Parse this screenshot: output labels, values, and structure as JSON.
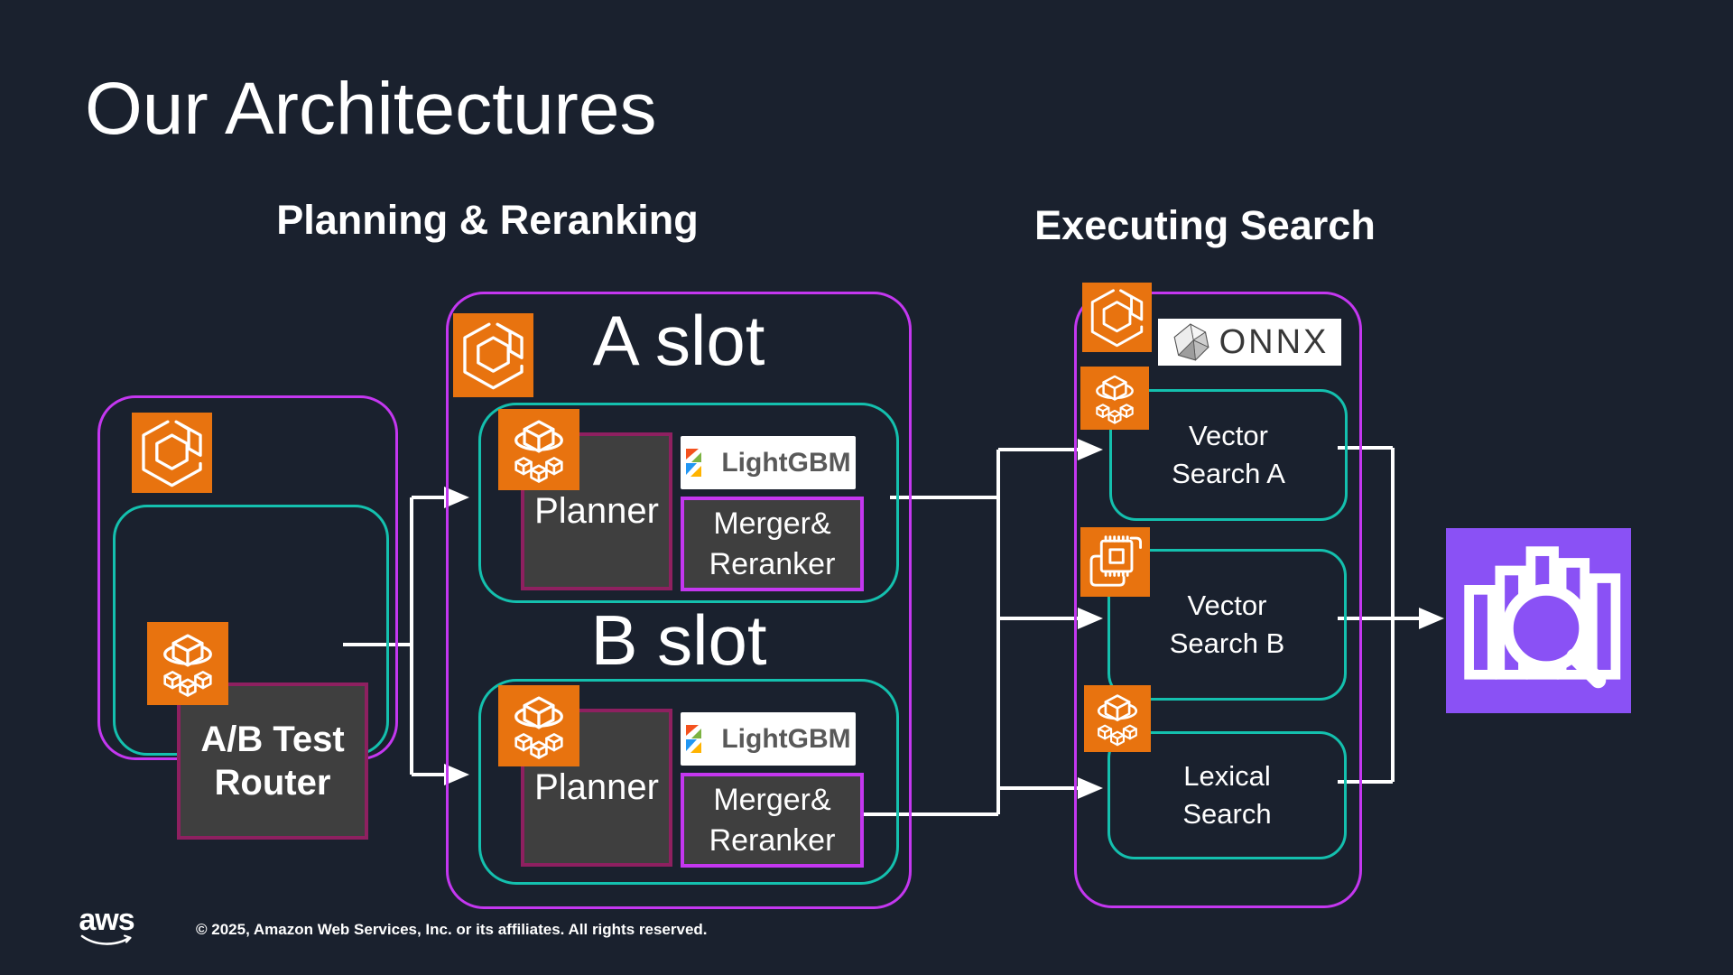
{
  "slide": {
    "title": "Our Architectures",
    "footer": {
      "logo_text": "aws",
      "copyright": "© 2025, Amazon Web Services, Inc. or its affiliates. All rights reserved."
    }
  },
  "planning": {
    "heading": "Planning & Reranking",
    "router": {
      "label": "A/B Test\nRouter"
    },
    "slot_a": {
      "title": "A slot",
      "planner": "Planner",
      "lightgbm": "LightGBM",
      "merger": "Merger&\nReranker"
    },
    "slot_b": {
      "title": "B slot",
      "planner": "Planner",
      "lightgbm": "LightGBM",
      "merger": "Merger&\nReranker"
    }
  },
  "executing": {
    "heading": "Executing Search",
    "onnx": "ONNX",
    "services": [
      {
        "label": "Vector\nSearch A"
      },
      {
        "label": "Vector\nSearch B"
      },
      {
        "label": "Lexical\nSearch"
      }
    ]
  },
  "icons": {
    "ecs": "ecs-container-icon",
    "containers": "containers-orbit-icon",
    "chip": "inference-chip-icon",
    "opensearch": "search-analytics-icon",
    "onnx_mark": "onnx-polygon-icon",
    "lightgbm_mark": "lightgbm-triangles-icon",
    "aws_smile": "aws-smile-logo"
  },
  "colors": {
    "background": "#1A212E",
    "purple_border": "#C437F0",
    "teal_border": "#14C0AE",
    "aws_orange": "#E8730F",
    "dark_box_fill": "#3F3F3F",
    "maroon_border": "#8E2060",
    "opensearch_purple": "#8A51F5",
    "text": "#FFFFFF"
  }
}
